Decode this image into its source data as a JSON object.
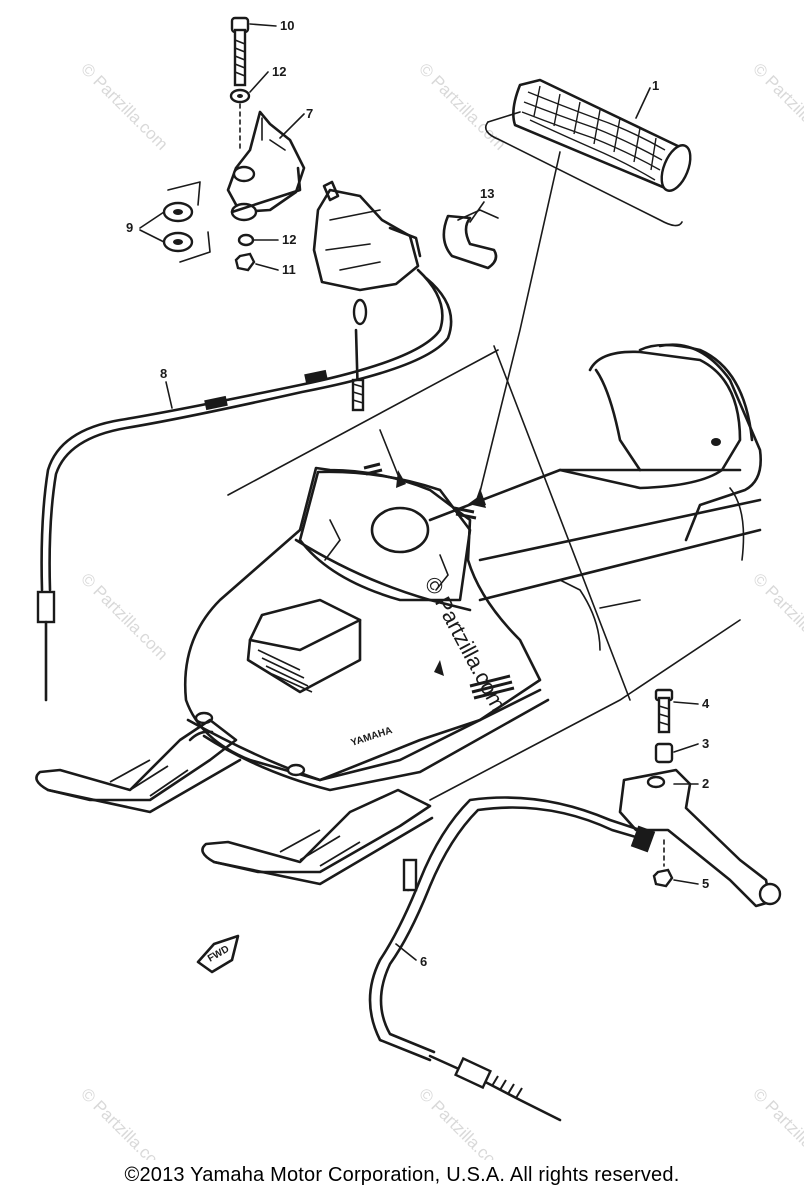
{
  "diagram": {
    "callouts": {
      "c1": "1",
      "c2": "2",
      "c3": "3",
      "c4": "4",
      "c5": "5",
      "c6": "6",
      "c7": "7",
      "c8": "8",
      "c9": "9",
      "c10": "10",
      "c11": "11",
      "c12a": "12",
      "c12b": "12",
      "c13": "13"
    },
    "watermarks": {
      "tl": "© Partzilla.com",
      "tc": "© Partzilla.com",
      "tr": "© Partzilla.com",
      "ml": "© Partzilla.com",
      "mr": "© Partzilla.com",
      "bl": "© Partzilla.com",
      "bc": "© Partzilla.com",
      "br": "© Partzilla.com",
      "center": "© Partzilla.com"
    },
    "hood_badge": "YAMAHA",
    "front_mark": "FWD"
  },
  "footer": {
    "copyright": "©2013  Yamaha Motor Corporation, U.S.A. All rights reserved."
  }
}
